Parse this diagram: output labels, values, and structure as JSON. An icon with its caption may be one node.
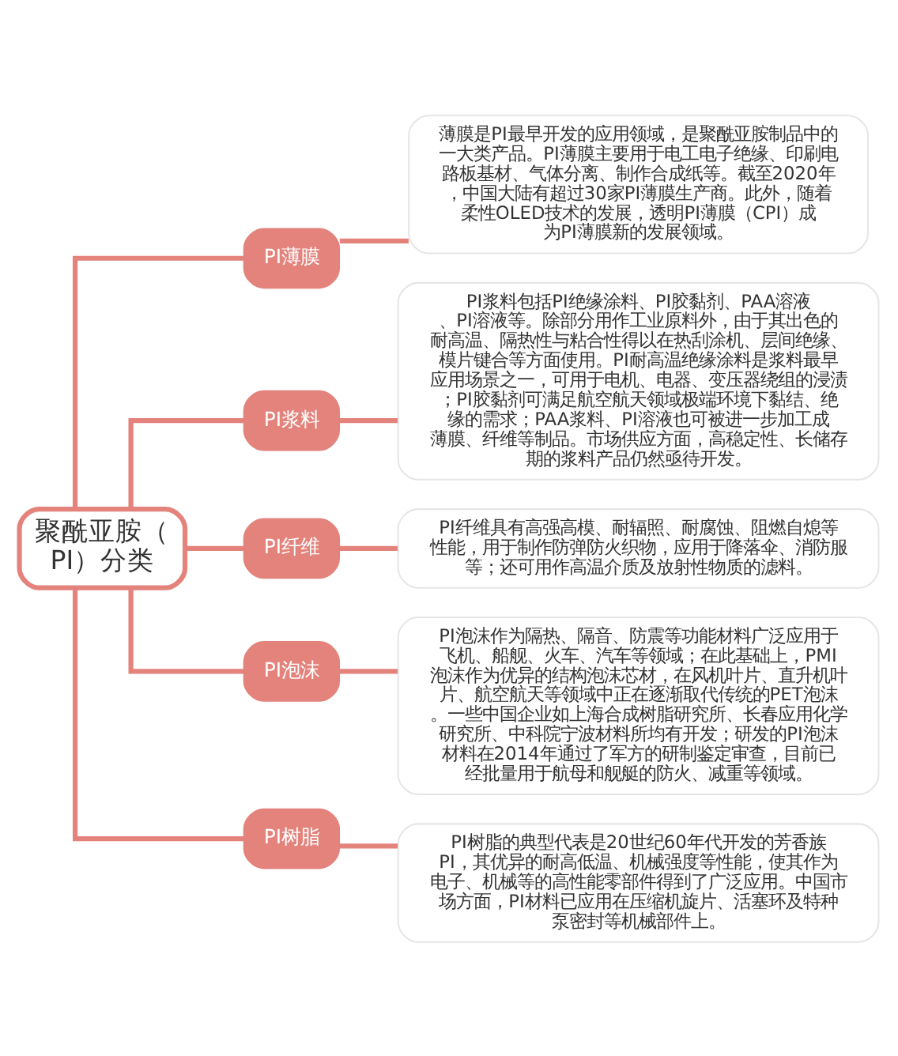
{
  "diagram": {
    "nodes": [
      {
        "text": [
          "聚酰亚胺（PI）分类"
        ]
      },
      {
        "text": [
          "PI薄膜"
        ]
      },
      {
        "text": [
          "PI浆料"
        ]
      },
      {
        "text": [
          "PI纤维"
        ]
      },
      {
        "text": [
          "PI泡沫"
        ]
      },
      {
        "text": [
          "PI树脂"
        ]
      },
      {
        "text": [
          "薄膜是PI最早开发的应用领域，是聚酰亚胺制品中的一大类产品。PI薄膜主要用于电工电子绝缘、印刷电路板基材、气体分离、制作合成纸等。截至2020年，中国大陆有超过30家PI薄膜生产商。此外，随着柔性OLED技术的发展，透明PI薄膜（CPI）成为PI薄膜新的发展领域。"
        ]
      },
      {
        "text": [
          "PI浆料包括PI绝缘涂料、PI胶黏剂、PAA溶液、PI溶液等。除部分用作工业原料外，由于其出色的耐高温、隔热性与粘合性得以在热刮涂机、层间绝缘、模片键合等方面使用。PI耐高温绝缘涂料是浆料最早应用场景之一，可用于电机、电器、变压器绕组的浸渍；PI胶黏剂可满足航空航天领域极端环境下黏结、绝缘的需求；PAA浆料、PI溶液也可被进一步加工成薄膜、纤维等制品。市场供应方面，高稳定性、长储存期的浆料产品仍然亟待开发。"
        ]
      },
      {
        "text": [
          "PI纤维具有高强高模、耐辐照、耐腐蚀、阻燃自熄等性能，用于制作防弹防火织物，应用于降落伞、消防服等；还可用作高温介质及放射性物质的滤料。"
        ]
      },
      {
        "text": [
          "PI泡沫作为隔热、隔音、防震等功能材料广泛应用于飞机、船舰、火车、汽车等领域；在此基础上，PMI泡沫作为优异的结构泡沫芯材，在风机叶片、直升机叶片、航空航天等领域中正在逐渐取代传统的PET泡沫。一些中国企业如上海合成树脂研究所、长春应用化学研究所、中科院宁波材料所均有开发；研发的PI泡沫材料在2014年通过了军方的研制鉴定审查，目前已经批量用于航母和舰艇的防火、减重等领域。"
        ]
      },
      {
        "text": [
          "PI树脂的典型代表是20世纪60年代开发的芳香族PI，其优异的耐高低温、机械强度等性能，使其作为电子、机械等的高性能零部件得到了广泛应用。中国市场方面，PI材料已应用在压缩机旋片、活塞环及特种泵密封等机械部件上。"
        ]
      }
    ],
    "edges": [
      {
        "from": 0,
        "to": 1,
        "arrow": "none"
      },
      {
        "from": 0,
        "to": 2,
        "arrow": "none"
      },
      {
        "from": 0,
        "to": 3,
        "arrow": "none"
      },
      {
        "from": 0,
        "to": 4,
        "arrow": "none"
      },
      {
        "from": 0,
        "to": 5,
        "arrow": "none"
      },
      {
        "from": 1,
        "to": 6,
        "arrow": "none"
      },
      {
        "from": 2,
        "to": 7,
        "arrow": "none"
      },
      {
        "from": 3,
        "to": 8,
        "arrow": "none"
      },
      {
        "from": 4,
        "to": 9,
        "arrow": "none"
      },
      {
        "from": 5,
        "to": 10,
        "arrow": "none"
      }
    ]
  }
}
